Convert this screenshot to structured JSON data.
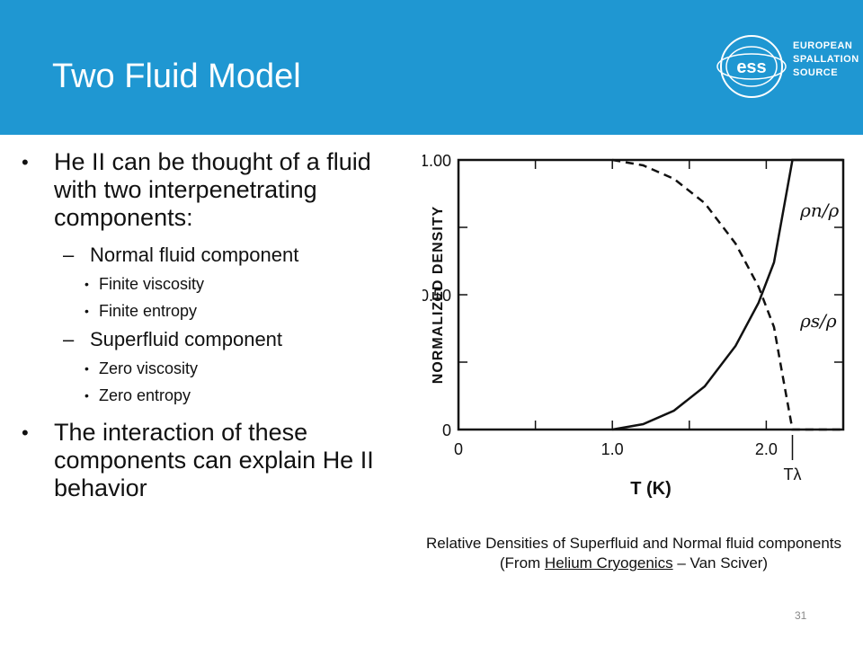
{
  "slide": {
    "title": "Two Fluid Model",
    "page_number": "31"
  },
  "logo": {
    "mark": "ess",
    "line1": "EUROPEAN",
    "line2": "SPALLATION",
    "line3": "SOURCE"
  },
  "bullets": {
    "b1": "He II can be thought of a fluid with two interpenetrating components:",
    "b1_sub1": "Normal fluid component",
    "b1_sub1_a": "Finite viscosity",
    "b1_sub1_b": "Finite entropy",
    "b1_sub2": "Superfluid component",
    "b1_sub2_a": "Zero viscosity",
    "b1_sub2_b": "Zero entropy",
    "b2": "The interaction of these components can explain He II behavior"
  },
  "chart_data": {
    "type": "line",
    "ylabel": "NORMALIZED DENSITY",
    "xlabel": "T (K)",
    "ylim": [
      0,
      1.0
    ],
    "xlim": [
      0,
      2.5
    ],
    "y_ticks": [
      "0",
      "0.50",
      "1.00"
    ],
    "x_ticks": [
      "0",
      "1.0",
      "2.0"
    ],
    "t_lambda_label": "Tλ",
    "t_lambda": 2.17,
    "series": [
      {
        "name": "ρn/ρ",
        "style": "solid",
        "x": [
          1.0,
          1.2,
          1.4,
          1.6,
          1.8,
          1.95,
          2.05,
          2.17,
          2.5
        ],
        "y": [
          0,
          0.02,
          0.07,
          0.16,
          0.31,
          0.47,
          0.62,
          1.0,
          1.0
        ]
      },
      {
        "name": "ρs/ρ",
        "style": "dashed",
        "x": [
          1.0,
          1.2,
          1.4,
          1.6,
          1.8,
          1.95,
          2.05,
          2.1,
          2.17,
          2.5
        ],
        "y": [
          1.0,
          0.98,
          0.93,
          0.84,
          0.69,
          0.53,
          0.38,
          0.22,
          0,
          0
        ]
      }
    ]
  },
  "caption": {
    "line1": "Relative Densities of Superfluid and Normal fluid components",
    "pre": "(From ",
    "book": "Helium Cryogenics",
    "post": " – Van Sciver)"
  }
}
